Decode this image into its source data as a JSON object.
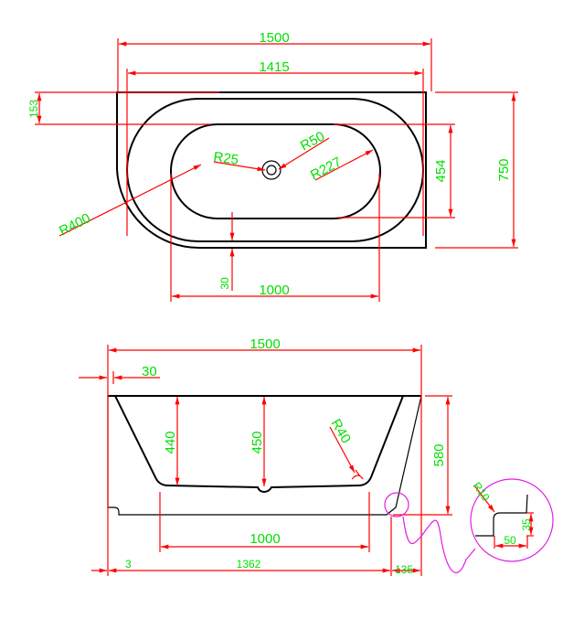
{
  "colors": {
    "dimension": "#ff0000",
    "label": "#00e000",
    "outline": "#000000",
    "detail": "#e020e0"
  },
  "top_view": {
    "overall_length": "1500",
    "inner_length": "1415",
    "rim_offset": "153",
    "basin_width": "454",
    "overall_width": "750",
    "basin_length": "1000",
    "bottom_offset": "30",
    "corner_radius": "R400",
    "drain_radius": "R25",
    "drain_outer_radius": "R50",
    "basin_end_radius": "R227"
  },
  "side_view": {
    "overall_length": "1500",
    "edge_offset": "30",
    "inner_depth_side": "440",
    "inner_depth_center": "450",
    "bottom_radius": "R40",
    "overall_height": "580",
    "basin_length": "1000",
    "foot_offset": "3",
    "foot_length": "1362",
    "slope_offset": "135"
  },
  "detail": {
    "radius": "R10",
    "height": "35",
    "width": "50"
  }
}
